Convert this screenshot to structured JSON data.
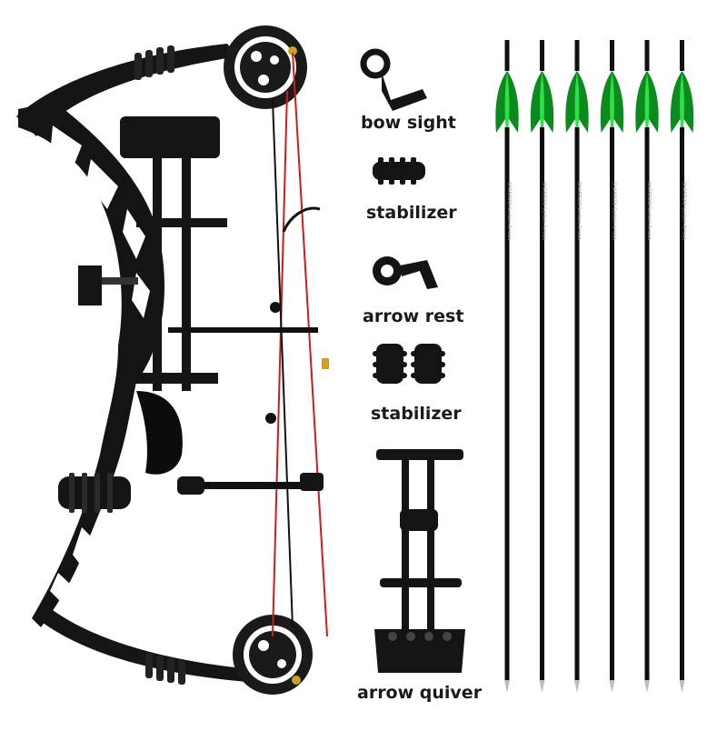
{
  "accessories": {
    "bow_sight": "bow sight",
    "stabilizer_1": "stabilizer",
    "arrow_rest": "arrow rest",
    "stabilizer_2": "stabilizer",
    "arrow_quiver": "arrow quiver"
  },
  "arrows": {
    "count": 6,
    "shaft_text": "SHARROW Carbon Arrows",
    "fletch_color": "#0b8a1e",
    "cock_feather_color": "#2ee04a"
  },
  "colors": {
    "bow_body": "#141414",
    "string_red": "#d11a1a",
    "background": "#ffffff"
  }
}
